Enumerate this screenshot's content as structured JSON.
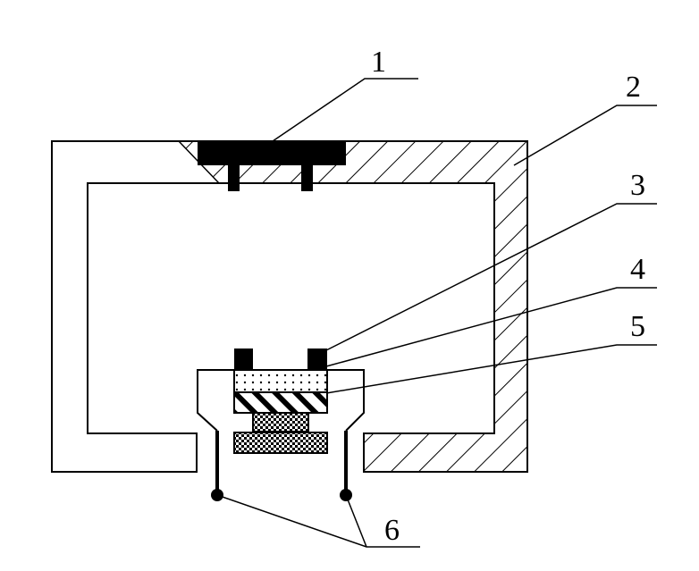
{
  "labels": {
    "l1": "1",
    "l2": "2",
    "l3": "3",
    "l4": "4",
    "l5": "5",
    "l6": "6"
  },
  "colors": {
    "ink": "#000000",
    "paper": "#ffffff"
  }
}
